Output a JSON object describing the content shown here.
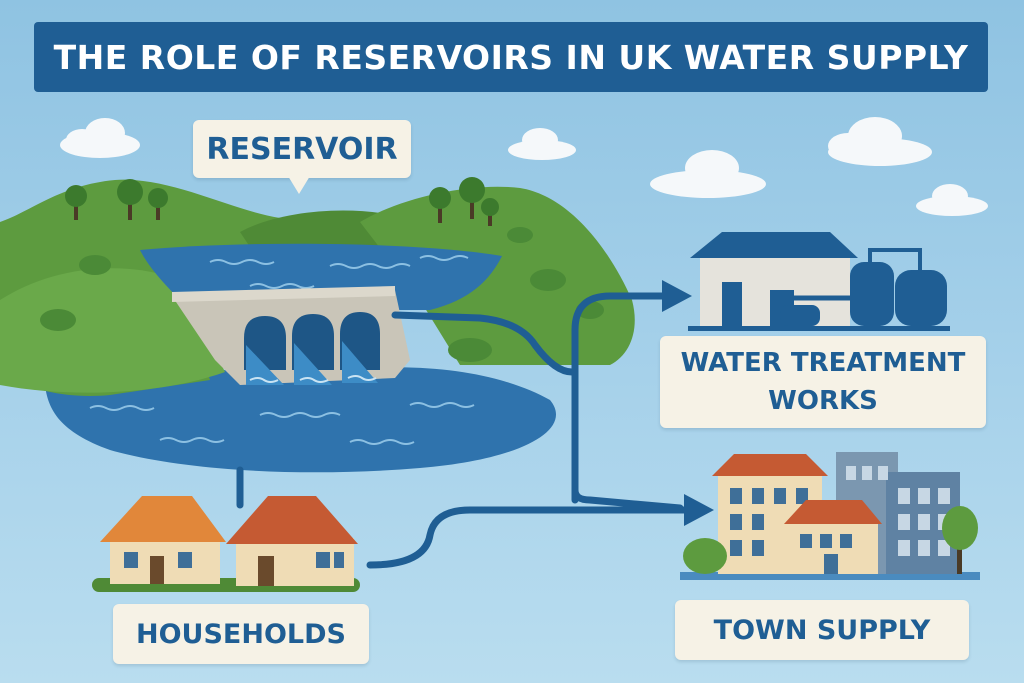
{
  "title": "THE ROLE OF RESERVOIRS IN UK WATER SUPPLY",
  "labels": {
    "reservoir": "RESERVOIR",
    "water_treatment_works": "WATER TREATMENT WORKS",
    "households": "HOUSEHOLDS",
    "town_supply": "TOWN SUPPLY"
  },
  "colors": {
    "banner": "#1f5e94",
    "pipe": "#1f5e94",
    "water": "#2f73ad",
    "hills": "#5d9b3f",
    "label_background": "#f6f2e6",
    "sky": "#a6d1ea"
  },
  "icons": [
    "cloud-icon",
    "tree-icon",
    "dam-icon",
    "house-icon",
    "treatment-plant-icon",
    "town-buildings-icon",
    "arrow-icon"
  ]
}
